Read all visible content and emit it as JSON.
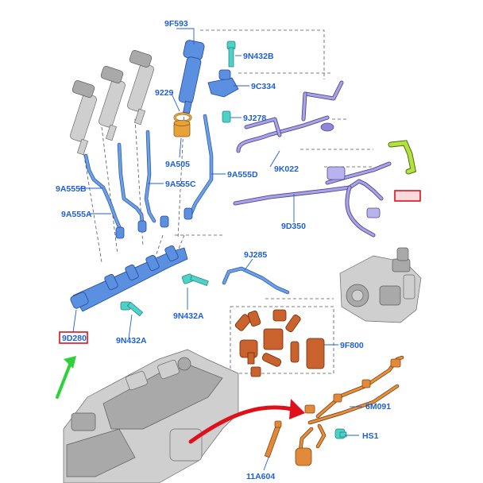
{
  "labels": {
    "p9F593": "9F593",
    "p9N432B": "9N432B",
    "p9C334": "9C334",
    "p9229": "9229",
    "p9J278": "9J278",
    "p9A505": "9A505",
    "p9K022": "9K022",
    "p9A555B": "9A555B",
    "p9A555C": "9A555C",
    "p9A555D": "9A555D",
    "p9A555A": "9A555A",
    "p9D350": "9D350",
    "p9J285": "9J285",
    "p9N432A_1": "9N432A",
    "p9D280": "9D280",
    "p9N432A_2": "9N432A",
    "p9F800": "9F800",
    "p6M091": "6M091",
    "pHS1": "HS1",
    "p11A604": "11A604"
  },
  "colors": {
    "label": "#1f5fd6",
    "highlight_box": "#e0101a",
    "green_arrow": "#2fd13a",
    "red_arrow": "#e0101a"
  }
}
